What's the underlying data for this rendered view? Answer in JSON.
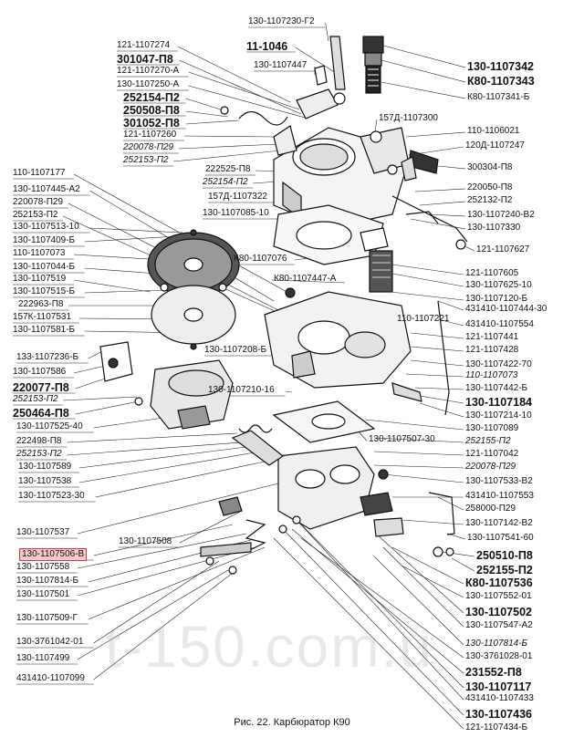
{
  "caption": "Рис. 22. Карбюратор К90",
  "watermark": "t-150.com.u",
  "highlight_color": "#f7c9cc",
  "labels": [
    {
      "id": "l01",
      "text": "130-1107230-Г2",
      "big": false
    },
    {
      "id": "l02",
      "text": "121-1107274",
      "big": false
    },
    {
      "id": "l03",
      "text": "11-1046",
      "big": true
    },
    {
      "id": "l04",
      "text": "301047-П8",
      "big": true
    },
    {
      "id": "l05",
      "text": "130-1107447",
      "big": false
    },
    {
      "id": "l06",
      "text": "121-1107270-А",
      "big": false
    },
    {
      "id": "l07",
      "text": "130-1107250-А",
      "big": false
    },
    {
      "id": "l08",
      "text": "252154-П2",
      "big": true
    },
    {
      "id": "l09",
      "text": "250508-П8",
      "big": true
    },
    {
      "id": "l10",
      "text": "301052-П8",
      "big": true
    },
    {
      "id": "l11",
      "text": "121-1107260",
      "big": false
    },
    {
      "id": "l12",
      "text": "220078-П29",
      "big": false
    },
    {
      "id": "l13",
      "text": "252153-П2",
      "big": false
    },
    {
      "id": "l14",
      "text": "130-1107342",
      "big": true
    },
    {
      "id": "l15",
      "text": "К80-1107343",
      "big": true
    },
    {
      "id": "l16",
      "text": "К80-1107341-Б",
      "big": false
    },
    {
      "id": "l17",
      "text": "157Д-1107300",
      "big": false
    },
    {
      "id": "l18",
      "text": "110-1106021",
      "big": false
    },
    {
      "id": "l19",
      "text": "120Д-1107247",
      "big": false
    },
    {
      "id": "l20",
      "text": "300304-П8",
      "big": false
    },
    {
      "id": "l21",
      "text": "110-1107177",
      "big": false
    },
    {
      "id": "l22",
      "text": "222525-П8",
      "big": false
    },
    {
      "id": "l23",
      "text": "252154-П2",
      "big": false
    },
    {
      "id": "l24",
      "text": "157Д-1107322",
      "big": false
    },
    {
      "id": "l25",
      "text": "220050-П8",
      "big": false
    },
    {
      "id": "l26",
      "text": "252132-П2",
      "big": false
    },
    {
      "id": "l27",
      "text": "130-1107445-А2",
      "big": false
    },
    {
      "id": "l28",
      "text": "220078-П29",
      "big": false
    },
    {
      "id": "l29",
      "text": "252153-П2",
      "big": false
    },
    {
      "id": "l30",
      "text": "130-1107085-10",
      "big": false
    },
    {
      "id": "l31",
      "text": "130-1107240-В2",
      "big": false
    },
    {
      "id": "l32",
      "text": "130-1107330",
      "big": false
    },
    {
      "id": "l33",
      "text": "130-1107513-10",
      "big": false
    },
    {
      "id": "l34",
      "text": "130-1107409-Б",
      "big": false
    },
    {
      "id": "l35",
      "text": "110-1107073",
      "big": false
    },
    {
      "id": "l36",
      "text": "130-1107044-Б",
      "big": false
    },
    {
      "id": "l37",
      "text": "К80-1107076",
      "big": false
    },
    {
      "id": "l38",
      "text": "121-1107627",
      "big": false
    },
    {
      "id": "l39",
      "text": "121-1107605",
      "big": false
    },
    {
      "id": "l40",
      "text": "130-1107519",
      "big": false
    },
    {
      "id": "l41",
      "text": "130-1107515-Б",
      "big": false
    },
    {
      "id": "l42",
      "text": "К80-1107447-А",
      "big": false
    },
    {
      "id": "l43",
      "text": "130-1107625-10",
      "big": false
    },
    {
      "id": "l44",
      "text": "130-1107120-Б",
      "big": false
    },
    {
      "id": "l45",
      "text": "222963-П8",
      "big": false
    },
    {
      "id": "l46",
      "text": "431410-1107444-30",
      "big": false
    },
    {
      "id": "l47",
      "text": "157К-1107531",
      "big": false
    },
    {
      "id": "l48",
      "text": "110-1107221",
      "big": false
    },
    {
      "id": "l49",
      "text": "431410-1107554",
      "big": false
    },
    {
      "id": "l50",
      "text": "130-1107581-Б",
      "big": false
    },
    {
      "id": "l51",
      "text": "121-1107441",
      "big": false
    },
    {
      "id": "l52",
      "text": "130-1107208-Б",
      "big": false
    },
    {
      "id": "l53",
      "text": "121-1107428",
      "big": false
    },
    {
      "id": "l54",
      "text": "133-1107236-Б",
      "big": false
    },
    {
      "id": "l55",
      "text": "130-1107422-70",
      "big": false
    },
    {
      "id": "l56",
      "text": "130-1107586",
      "big": false
    },
    {
      "id": "l57",
      "text": "110-1107073",
      "big": false
    },
    {
      "id": "l58",
      "text": "220077-П8",
      "big": true
    },
    {
      "id": "l59",
      "text": "130-1107442-Б",
      "big": false
    },
    {
      "id": "l60",
      "text": "130-1107210-16",
      "big": false
    },
    {
      "id": "l61",
      "text": "252153-П2",
      "big": false
    },
    {
      "id": "l62",
      "text": "130-1107184",
      "big": true
    },
    {
      "id": "l63",
      "text": "250464-П8",
      "big": true
    },
    {
      "id": "l64",
      "text": "130-1107214-10",
      "big": false
    },
    {
      "id": "l65",
      "text": "130-1107525-40",
      "big": false
    },
    {
      "id": "l66",
      "text": "130-1107089",
      "big": false
    },
    {
      "id": "l67",
      "text": "130-1107507-30",
      "big": false
    },
    {
      "id": "l68",
      "text": "222498-П8",
      "big": false
    },
    {
      "id": "l69",
      "text": "252155-П2",
      "big": false
    },
    {
      "id": "l70",
      "text": "252153-П2",
      "big": false
    },
    {
      "id": "l71",
      "text": "121-1107042",
      "big": false
    },
    {
      "id": "l72",
      "text": "130-1107589",
      "big": false
    },
    {
      "id": "l73",
      "text": "220078-П29",
      "big": false
    },
    {
      "id": "l74",
      "text": "130-1107538",
      "big": false
    },
    {
      "id": "l75",
      "text": "130-1107533-В2",
      "big": false
    },
    {
      "id": "l76",
      "text": "130-1107523-30",
      "big": false
    },
    {
      "id": "l77",
      "text": "431410-1107553",
      "big": false
    },
    {
      "id": "l78",
      "text": "258000-П29",
      "big": false
    },
    {
      "id": "l79",
      "text": "130-1107537",
      "big": false
    },
    {
      "id": "l80",
      "text": "130-1107142-В2",
      "big": false
    },
    {
      "id": "l81",
      "text": "130-1107508",
      "big": false
    },
    {
      "id": "l82",
      "text": "130-1107541-60",
      "big": false
    },
    {
      "id": "l83",
      "text": "130-1107506-В",
      "big": false,
      "highlight": true
    },
    {
      "id": "l84",
      "text": "250510-П8",
      "big": true
    },
    {
      "id": "l85",
      "text": "130-1107558",
      "big": false
    },
    {
      "id": "l86",
      "text": "252155-П2",
      "big": true
    },
    {
      "id": "l87",
      "text": "130-1107814-Б",
      "big": false
    },
    {
      "id": "l88",
      "text": "К80-1107536",
      "big": true
    },
    {
      "id": "l89",
      "text": "130-1107501",
      "big": false
    },
    {
      "id": "l90",
      "text": "130-1107552-01",
      "big": false
    },
    {
      "id": "l91",
      "text": "130-1107502",
      "big": true
    },
    {
      "id": "l92",
      "text": "130-1107509-Г",
      "big": false
    },
    {
      "id": "l93",
      "text": "130-1107547-А2",
      "big": false
    },
    {
      "id": "l94",
      "text": "130-3761042-01",
      "big": false
    },
    {
      "id": "l95",
      "text": "130-1107814-Б",
      "big": false
    },
    {
      "id": "l96",
      "text": "130-1107499",
      "big": false
    },
    {
      "id": "l97",
      "text": "130-3761028-01",
      "big": false
    },
    {
      "id": "l98",
      "text": "231552-П8",
      "big": true
    },
    {
      "id": "l99",
      "text": "431410-1107099",
      "big": false
    },
    {
      "id": "m01",
      "text": "130-1107117",
      "big": true
    },
    {
      "id": "m02",
      "text": "431410-1107433",
      "big": false
    },
    {
      "id": "m03",
      "text": "130-1107436",
      "big": true
    },
    {
      "id": "m04",
      "text": "121-1107434-Б",
      "big": false
    }
  ]
}
